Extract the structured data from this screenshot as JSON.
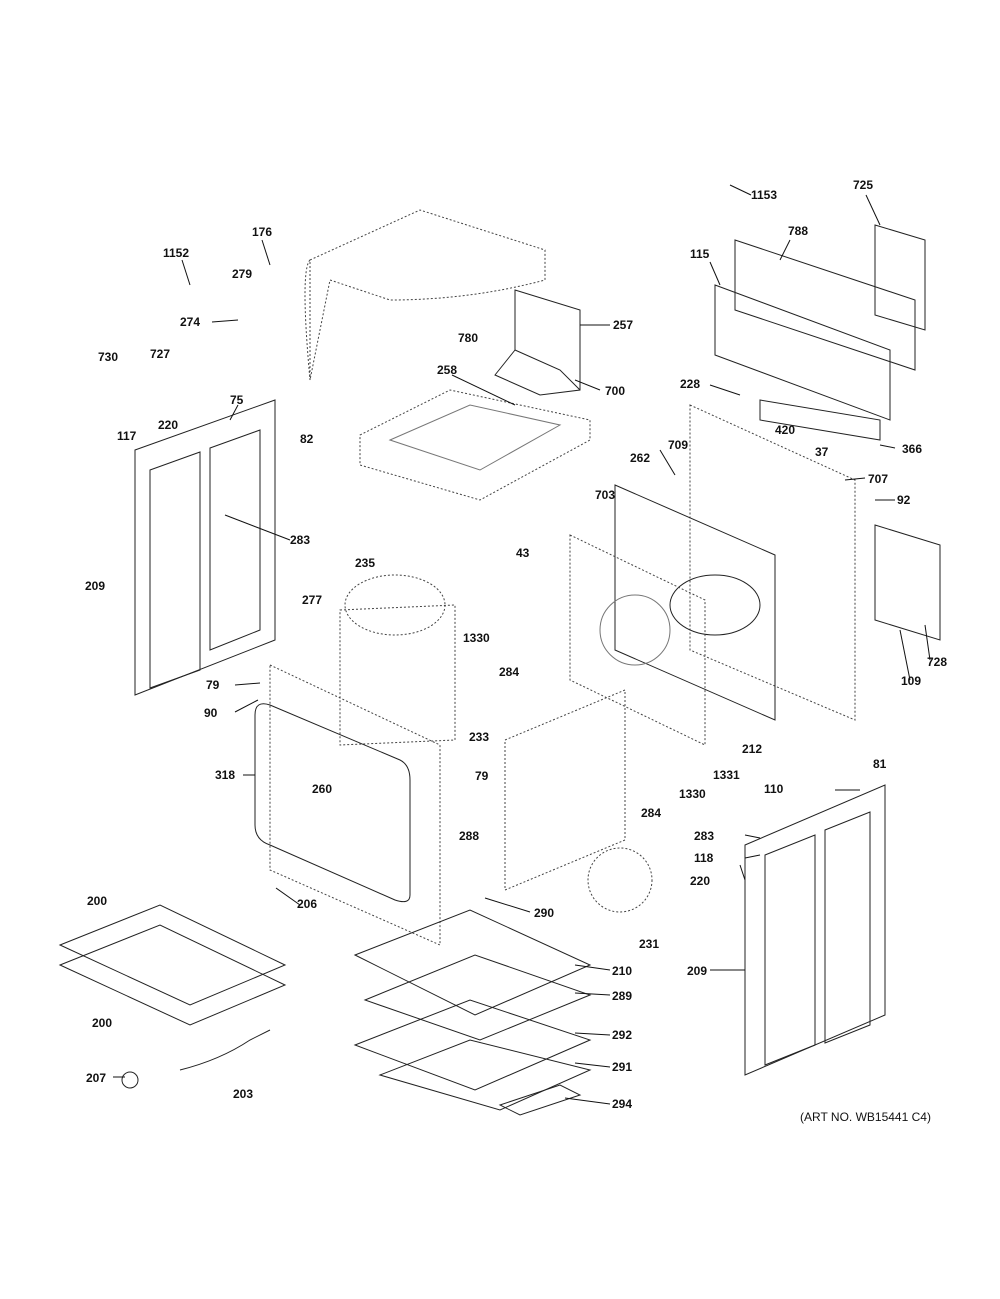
{
  "art_number": "(ART NO. WB15441 C4)",
  "parts": [
    {
      "id": "p1153",
      "label": "1153"
    },
    {
      "id": "p725",
      "label": "725"
    },
    {
      "id": "p788",
      "label": "788"
    },
    {
      "id": "p115",
      "label": "115"
    },
    {
      "id": "p176",
      "label": "176"
    },
    {
      "id": "p1152",
      "label": "1152"
    },
    {
      "id": "p279",
      "label": "279"
    },
    {
      "id": "p274",
      "label": "274"
    },
    {
      "id": "p257",
      "label": "257"
    },
    {
      "id": "p780",
      "label": "780"
    },
    {
      "id": "p730",
      "label": "730"
    },
    {
      "id": "p727",
      "label": "727"
    },
    {
      "id": "p258",
      "label": "258"
    },
    {
      "id": "p700",
      "label": "700"
    },
    {
      "id": "p228",
      "label": "228"
    },
    {
      "id": "p75",
      "label": "75"
    },
    {
      "id": "p117",
      "label": "117"
    },
    {
      "id": "p220a",
      "label": "220"
    },
    {
      "id": "p82",
      "label": "82"
    },
    {
      "id": "p420",
      "label": "420"
    },
    {
      "id": "p366",
      "label": "366"
    },
    {
      "id": "p709",
      "label": "709"
    },
    {
      "id": "p262",
      "label": "262"
    },
    {
      "id": "p37",
      "label": "37"
    },
    {
      "id": "p707",
      "label": "707"
    },
    {
      "id": "p703",
      "label": "703"
    },
    {
      "id": "p92",
      "label": "92"
    },
    {
      "id": "p283a",
      "label": "283"
    },
    {
      "id": "p235",
      "label": "235"
    },
    {
      "id": "p43",
      "label": "43"
    },
    {
      "id": "p209a",
      "label": "209"
    },
    {
      "id": "p277",
      "label": "277"
    },
    {
      "id": "p1330a",
      "label": "1330"
    },
    {
      "id": "p284a",
      "label": "284"
    },
    {
      "id": "p728",
      "label": "728"
    },
    {
      "id": "p109",
      "label": "109"
    },
    {
      "id": "p79a",
      "label": "79"
    },
    {
      "id": "p90",
      "label": "90"
    },
    {
      "id": "p212",
      "label": "212"
    },
    {
      "id": "p233",
      "label": "233"
    },
    {
      "id": "p79b",
      "label": "79"
    },
    {
      "id": "p1331",
      "label": "1331"
    },
    {
      "id": "p318",
      "label": "318"
    },
    {
      "id": "p81",
      "label": "81"
    },
    {
      "id": "p110",
      "label": "110"
    },
    {
      "id": "p260",
      "label": "260"
    },
    {
      "id": "p1330b",
      "label": "1330"
    },
    {
      "id": "p284b",
      "label": "284"
    },
    {
      "id": "p288",
      "label": "288"
    },
    {
      "id": "p283b",
      "label": "283"
    },
    {
      "id": "p118",
      "label": "118"
    },
    {
      "id": "p220b",
      "label": "220"
    },
    {
      "id": "p200a",
      "label": "200"
    },
    {
      "id": "p206",
      "label": "206"
    },
    {
      "id": "p290",
      "label": "290"
    },
    {
      "id": "p231",
      "label": "231"
    },
    {
      "id": "p210",
      "label": "210"
    },
    {
      "id": "p209b",
      "label": "209"
    },
    {
      "id": "p200b",
      "label": "200"
    },
    {
      "id": "p289",
      "label": "289"
    },
    {
      "id": "p292",
      "label": "292"
    },
    {
      "id": "p207",
      "label": "207"
    },
    {
      "id": "p291",
      "label": "291"
    },
    {
      "id": "p203",
      "label": "203"
    },
    {
      "id": "p294",
      "label": "294"
    }
  ]
}
